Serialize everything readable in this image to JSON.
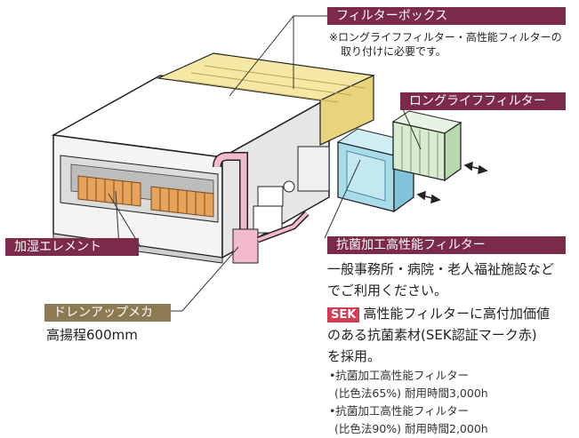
{
  "labels": {
    "filter_box": "フィルターボックス",
    "filter_box_note_1": "※ロングライフフィルター・高性能フィルターの",
    "filter_box_note_2": "取り付けに必要です。",
    "long_life_filter": "ロングライフフィルター",
    "antibacterial_filter": "抗菌加工高性能フィルター",
    "humidifier_element": "加湿エレメント",
    "drain_pump": "ドレンアップメカ",
    "drain_lift": "高揚程600mm"
  },
  "description": {
    "line1": "一般事務所・病院・老人福祉施設など",
    "line2": "でご利用ください。",
    "sek_badge": "SEK",
    "line3": "高性能フィルターに高付加価値",
    "line4": "のある抗菌素材(SEK認証マーク赤)",
    "line5": "を採用。"
  },
  "specs": [
    {
      "name": "•抗菌加工高性能フィルター",
      "detail": "(比色法65%) 耐用時間3,000h"
    },
    {
      "name": "•抗菌加工高性能フィルター",
      "detail": "(比色法90%) 耐用時間2,000h"
    }
  ],
  "colors": {
    "maroon_label": "#7c2a4a",
    "olive_label": "#8b7a52",
    "sek_red": "#d63a55",
    "filter_box_yellow": "#f5e7a4",
    "hepa_blue": "#a8dcea",
    "longlife_green": "#d8ecd2",
    "drain_pink": "#f3b9cf",
    "element_orange": "#e8a35a"
  }
}
